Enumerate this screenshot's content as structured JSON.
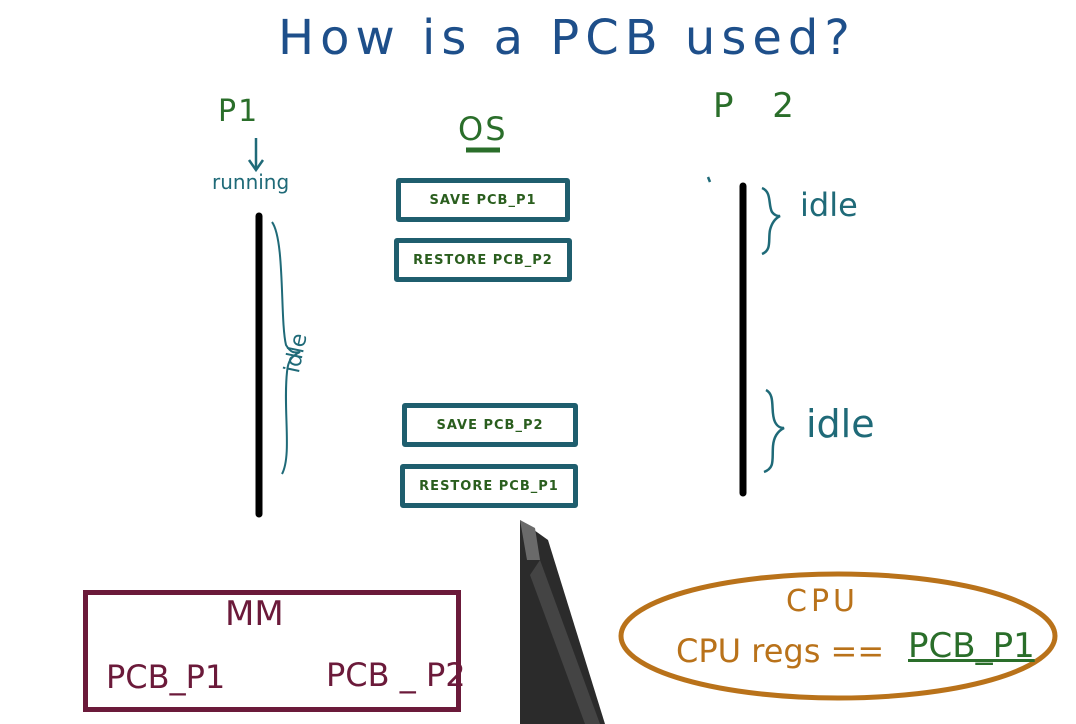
{
  "title": "How is a PCB used?",
  "columns": {
    "p1": "P1",
    "os": "OS",
    "p2": "P 2"
  },
  "p1": {
    "state": "running",
    "idle": "idle"
  },
  "p2": {
    "idle_1": "idle",
    "idle_2": "idle"
  },
  "os_steps": [
    "SAVE PCB_P1",
    "RESTORE PCB_P2",
    "SAVE PCB_P2",
    "RESTORE PCB_P1"
  ],
  "memory": {
    "label": "MM",
    "pcb_1": "PCB_P1",
    "pcb_2": "PCB _ P2"
  },
  "cpu": {
    "label": "CPU",
    "regs_label": "CPU regs ==",
    "regs_value": "PCB_P1"
  },
  "colors": {
    "title": "#1e4f8a",
    "header": "#2a6e2a",
    "os_box_border": "#1f5e6e",
    "annotation": "#1f6a78",
    "memory": "#6b1a3a",
    "cpu": "#b9721a"
  }
}
